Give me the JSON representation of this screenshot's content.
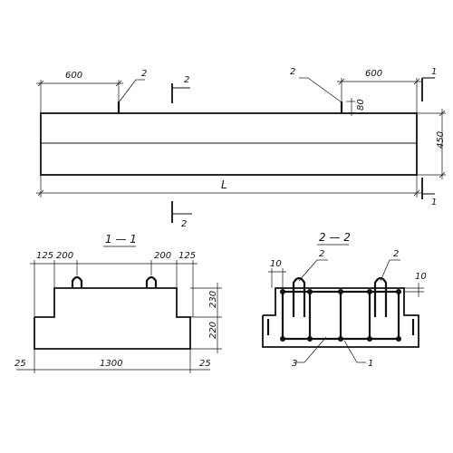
{
  "plan": {
    "dim_left": "600",
    "dim_right": "600",
    "dim_height": "450",
    "dim_80": "80",
    "dim_length": "L",
    "leader_left": "2",
    "leader_right": "2",
    "cut1_top": "1",
    "cut1_bottom": "1",
    "cut2_top": "2",
    "cut2_bottom": "2"
  },
  "section_1": {
    "title": "1 — 1",
    "dim_125_left": "125",
    "dim_200_left": "200",
    "dim_200_right": "200",
    "dim_125_right": "125",
    "dim_230": "230",
    "dim_220": "220",
    "dim_25_left": "25",
    "dim_1300": "1300",
    "dim_25_right": "25"
  },
  "section_2": {
    "title": "2 — 2",
    "dim_10_left": "10",
    "dim_10_right": "10",
    "leader_2_left": "2",
    "leader_2_right": "2",
    "leader_3": "3",
    "leader_1": "1"
  }
}
